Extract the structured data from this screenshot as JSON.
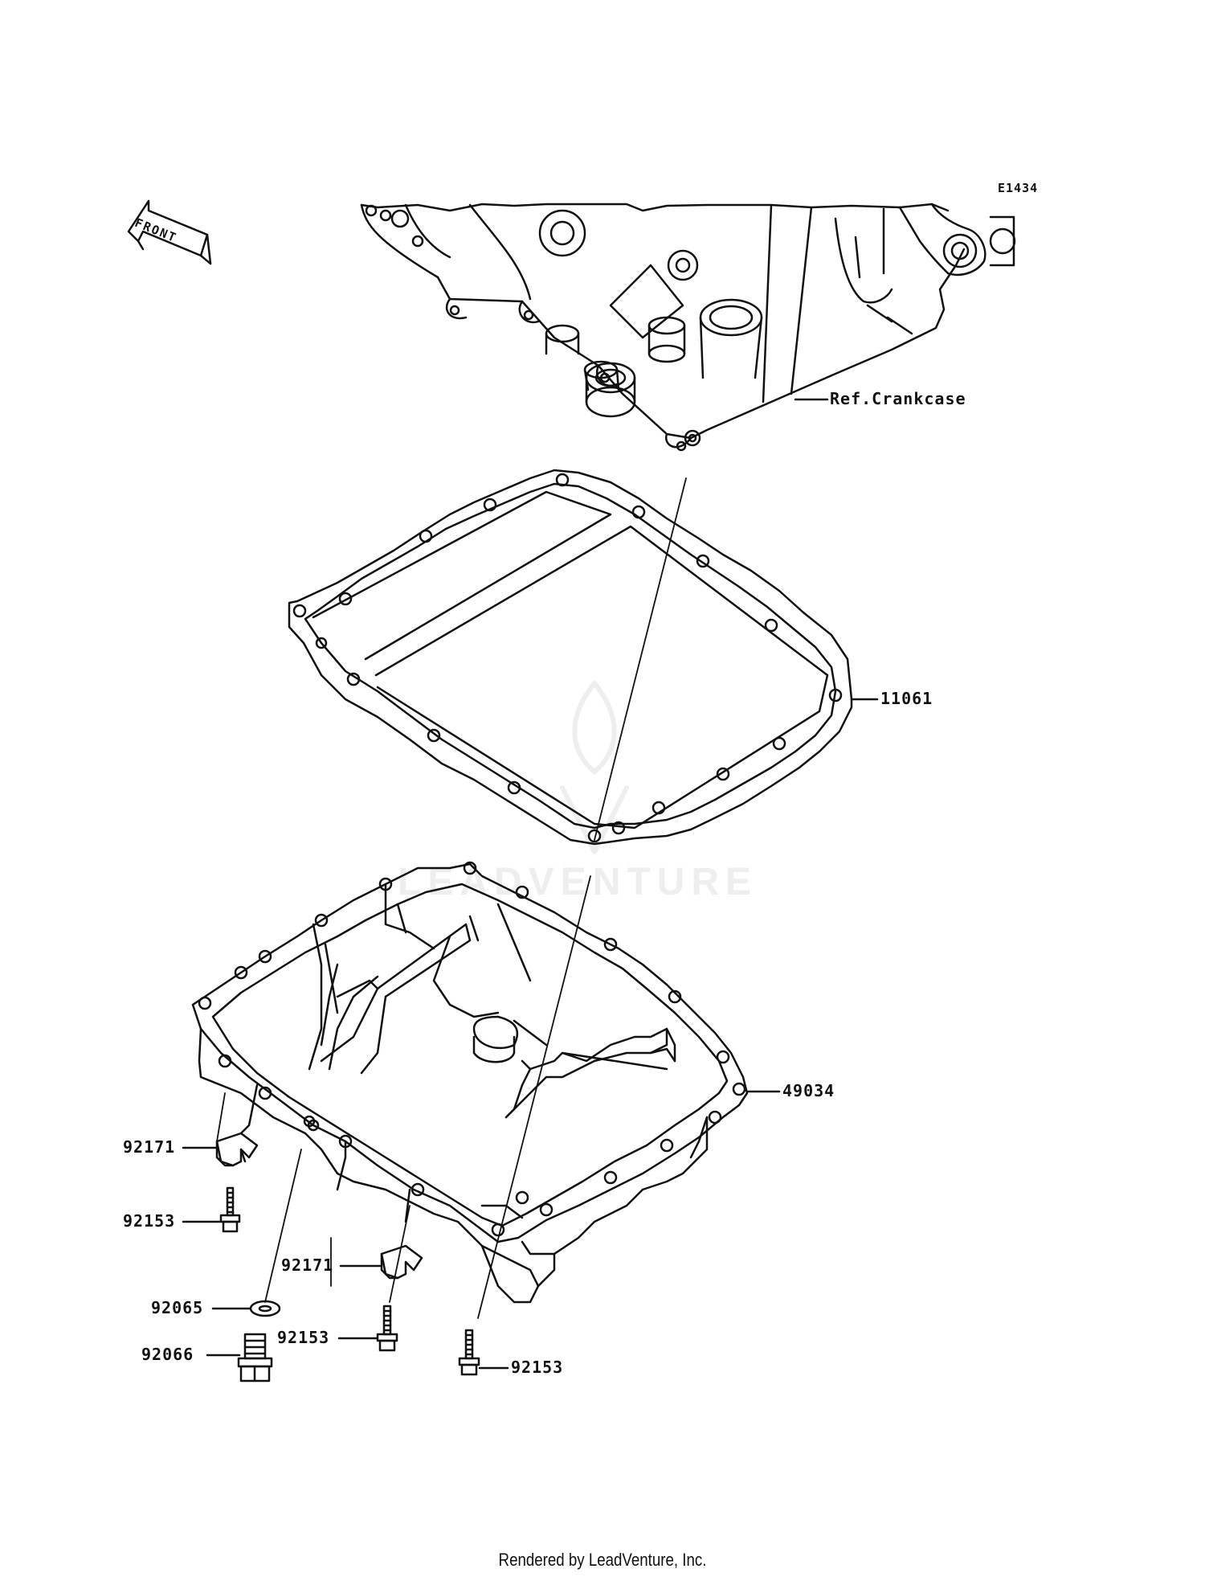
{
  "figure_code": "E1434",
  "front_indicator": "FRONT",
  "parts": {
    "crankcase_ref": "Ref.Crankcase",
    "gasket": "11061",
    "oil_pan": "49034",
    "clamp_left": "92171",
    "bolt_left": "92153",
    "clamp_right": "92171",
    "washer": "92065",
    "bolt_mid": "92153",
    "drain_plug": "92066",
    "bolt_right": "92153"
  },
  "watermark": "LEADVENTURE",
  "footer": "Rendered by LeadVenture, Inc."
}
